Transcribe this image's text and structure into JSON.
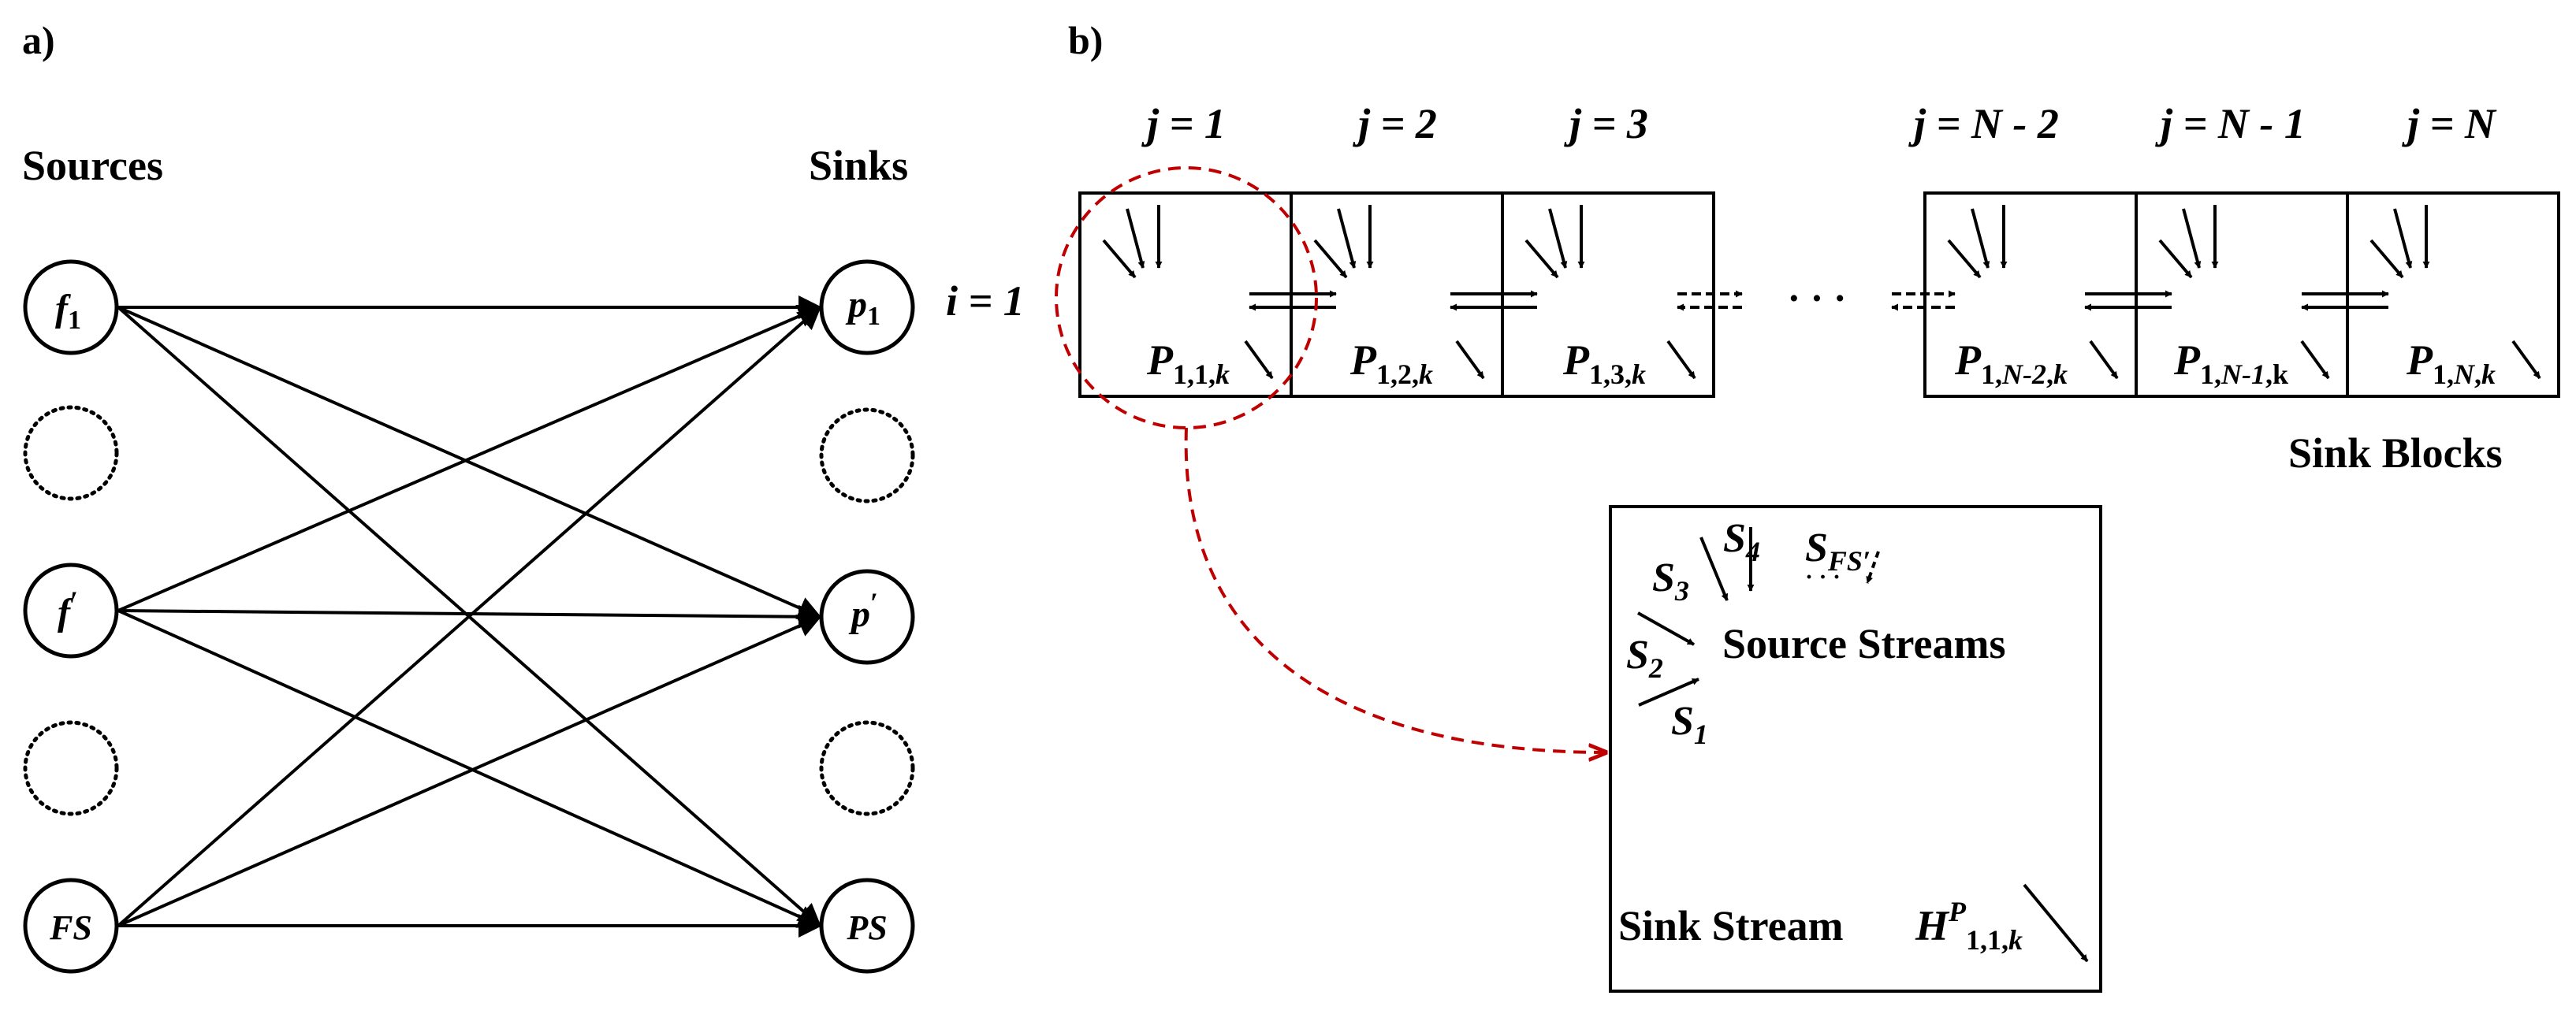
{
  "panel_a": {
    "label": "a)",
    "sources_heading": "Sources",
    "sinks_heading": "Sinks",
    "sources": [
      {
        "sym": "f",
        "sub": "1",
        "sup": ""
      },
      {
        "sym": "",
        "sub": "",
        "sup": "",
        "dotted": true
      },
      {
        "sym": "f",
        "sub": "",
        "sup": "′"
      },
      {
        "sym": "",
        "sub": "",
        "sup": "",
        "dotted": true
      },
      {
        "sym": "FS",
        "sub": "",
        "sup": ""
      }
    ],
    "sinks": [
      {
        "sym": "p",
        "sub": "1",
        "sup": ""
      },
      {
        "sym": "",
        "sub": "",
        "sup": "",
        "dotted": true
      },
      {
        "sym": "p",
        "sub": "",
        "sup": "′"
      },
      {
        "sym": "",
        "sub": "",
        "sup": "",
        "dotted": true
      },
      {
        "sym": "PS",
        "sub": "",
        "sup": ""
      }
    ]
  },
  "panel_b": {
    "label": "b)",
    "row_label": "i = 1",
    "ellipsis": "· · ·",
    "left_columns": [
      {
        "header": "j = 1",
        "p_sub": "1,1,",
        "p_k": "k"
      },
      {
        "header": "j = 2",
        "p_sub": "1,2,",
        "p_k": "k"
      },
      {
        "header": "j = 3",
        "p_sub": "1,3,",
        "p_k": "k"
      }
    ],
    "right_columns": [
      {
        "header": "j = N - 2",
        "p_sub_a": "1,",
        "p_sub_b": "N-2",
        "p_sub_c": ",",
        "p_k": "k"
      },
      {
        "header": "j = N - 1",
        "p_sub_a": "1,",
        "p_sub_b": "N-1",
        "p_sub_c": ",",
        "p_k": "k"
      },
      {
        "header": "j = N",
        "p_sub_a": "1,",
        "p_sub_b": "N",
        "p_sub_c": ",",
        "p_k": "k"
      }
    ],
    "p_symbol": "P",
    "sink_blocks_label": "Sink Blocks",
    "detail": {
      "s4": {
        "sym": "S",
        "sub": "4"
      },
      "s3": {
        "sym": "S",
        "sub": "3"
      },
      "s2": {
        "sym": "S",
        "sub": "2"
      },
      "s1": {
        "sym": "S",
        "sub": "1"
      },
      "sfs": {
        "sym": "S",
        "sub": "FS′"
      },
      "source_streams_label": "Source Streams",
      "sink_stream_label": "Sink Stream",
      "h_sym": "H",
      "h_sup": "P",
      "h_sub": "1,1,",
      "h_k": "k"
    }
  },
  "colors": {
    "ink": "#000000",
    "highlight": "#c00000"
  }
}
